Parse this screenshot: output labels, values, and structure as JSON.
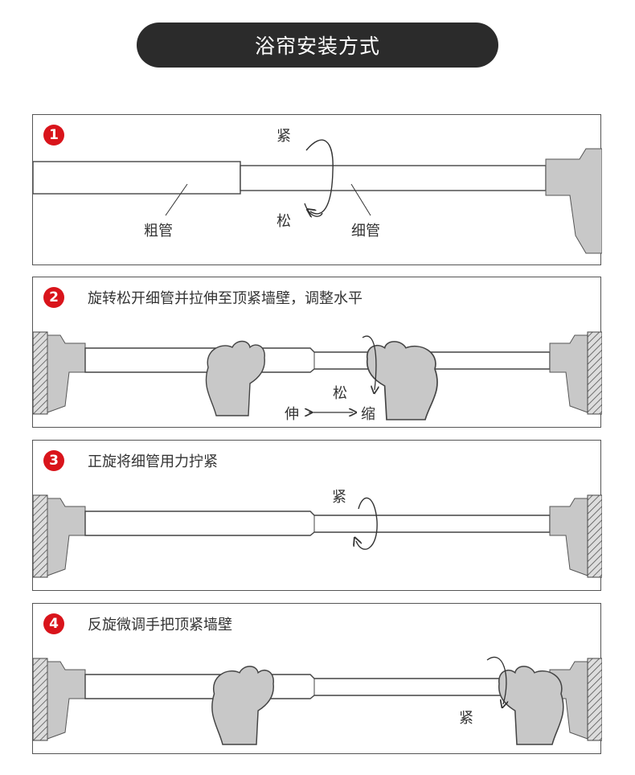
{
  "title": "浴帘安装方式",
  "colors": {
    "badge": "#d9141b",
    "pill": "#2b2b2b",
    "part": "#c8c8c8"
  },
  "steps": [
    {
      "number": "1",
      "labels": {
        "tight": "紧",
        "loose": "松",
        "thick_tube": "粗管",
        "thin_tube": "细管"
      }
    },
    {
      "number": "2",
      "instruction": "旋转松开细管并拉伸至顶紧墙壁，调整水平",
      "labels": {
        "loose": "松",
        "extend": "伸",
        "retract": "缩"
      }
    },
    {
      "number": "3",
      "instruction": "正旋将细管用力拧紧",
      "labels": {
        "tight": "紧"
      }
    },
    {
      "number": "4",
      "instruction": "反旋微调手把顶紧墙壁",
      "labels": {
        "tight": "紧"
      }
    }
  ]
}
